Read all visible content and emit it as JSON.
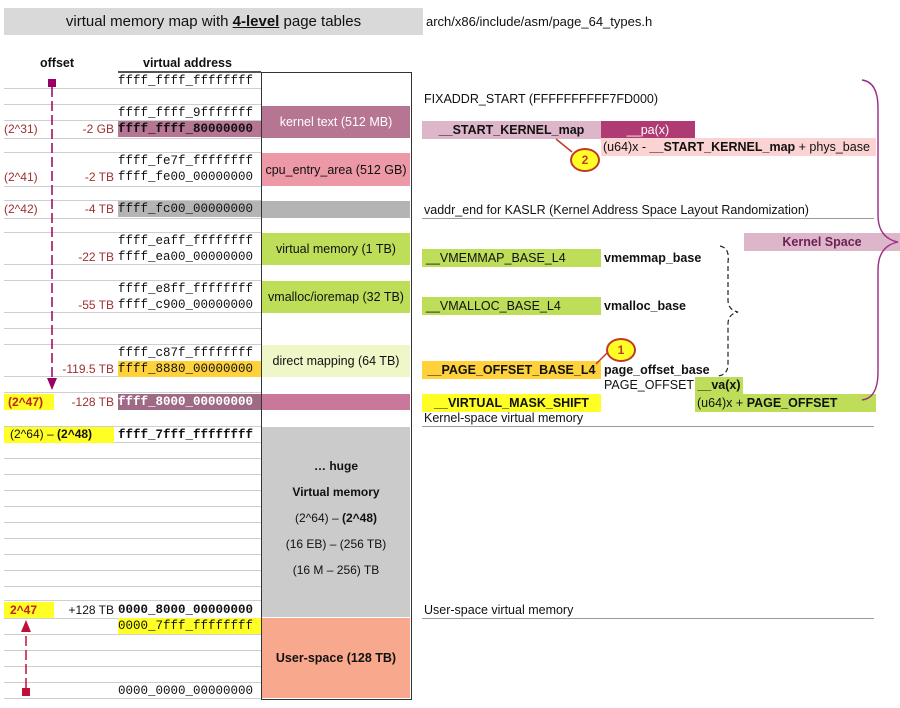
{
  "header": {
    "title_pre": "virtual memory map with ",
    "title_bold": "4-level",
    "title_post": " page tables",
    "source_file": "arch/x86/include/asm/page_64_types.h"
  },
  "columns": {
    "offset": "offset",
    "virtual_address": "virtual address"
  },
  "addresses": [
    "ffff_ffff_ffffffff",
    "ffff_ffff_9fffffff",
    "ffff_ffff_80000000",
    "ffff_fe7f_ffffffff",
    "ffff_fe00_00000000",
    "ffff_fc00_00000000",
    "ffff_eaff_ffffffff",
    "ffff_ea00_00000000",
    "ffff_e8ff_ffffffff",
    "ffff_c900_00000000",
    "ffff_c87f_ffffffff",
    "ffff_8880_00000000",
    "ffff_8000_00000000",
    "ffff_7fff_ffffffff",
    "0000_8000_00000000",
    "0000_7fff_ffffffff",
    "0000_0000_00000000"
  ],
  "offsets": {
    "kernel_text": "-2 GB",
    "kernel_text_pow": "(2^31)",
    "cpu_entry": "-2 TB",
    "cpu_entry_pow": "(2^41)",
    "kaslr": "-4 TB",
    "kaslr_pow": "(2^42)",
    "vmemmap": "-22 TB",
    "vmalloc": "-55 TB",
    "direct": "-119.5 TB",
    "mask": "-128 TB",
    "mask_pow": "(2^47)",
    "hole_a": "(2^64)",
    "hole_sep": "–",
    "hole_b": "(2^48)",
    "user": "+128 TB",
    "user_pow": "2^47"
  },
  "regions": {
    "kernel_text": "kernel text (512 MB)",
    "cpu_entry": "cpu_entry_area (512 GB)",
    "virtual_memory": "virtual memory (1 TB)",
    "vmalloc": "vmalloc/ioremap (32 TB)",
    "direct": "direct mapping (64 TB)",
    "hole_1": "… huge",
    "hole_2": "Virtual memory",
    "hole_3a": "(2^64)  –  ",
    "hole_3b": "(2^48)",
    "hole_4": "(16 EB)  – (256 TB)",
    "hole_5": "(16 M – 256) TB",
    "user": "User-space (128 TB)"
  },
  "labels": {
    "fixaddr": "FIXADDR_START (FFFFFFFFFF7FD000)",
    "start_kernel_map": "__START_KERNEL_map",
    "pa": "__pa(x)",
    "pa_formula_1": "(u64)x - ",
    "pa_formula_2": "__START_KERNEL_map",
    "pa_formula_3": " + phys_base",
    "kaslr": "vaddr_end for KASLR (Kernel Address Space Layout Randomization)",
    "kernel_space": "Kernel Space",
    "vmemmap_base_l4": "__VMEMMAP_BASE_L4",
    "vmemmap_base": "vmemmap_base",
    "vmalloc_base_l4": "__VMALLOC_BASE_L4",
    "vmalloc_base": "vmalloc_base",
    "page_offset_base_l4": "__PAGE_OFFSET_BASE_L4",
    "page_offset_base": "page_offset_base",
    "page_offset": "PAGE_OFFSET",
    "va": "__va(x)",
    "va_formula_1": "(u64)x + ",
    "va_formula_2": "PAGE_OFFSET",
    "virtual_mask_shift": "__VIRTUAL_MASK_SHIFT",
    "kernel_space_vm": "Kernel-space virtual memory",
    "user_space_vm": "User-space virtual memory",
    "badge_1": "1",
    "badge_2": "2"
  },
  "colors": {
    "kernel_text": "#b57593",
    "cpu_entry": "#ec98a6",
    "kaslr": "#b4b4b4",
    "vm_green": "#bedd58",
    "direct": "#eff6c8",
    "mask": "#c9779b",
    "hole": "#cbcbcb",
    "user": "#f8a88c",
    "yellow": "#ffff25",
    "orange": "#ffd23c",
    "arrow": "#990066",
    "brace": "#9b2c84"
  }
}
